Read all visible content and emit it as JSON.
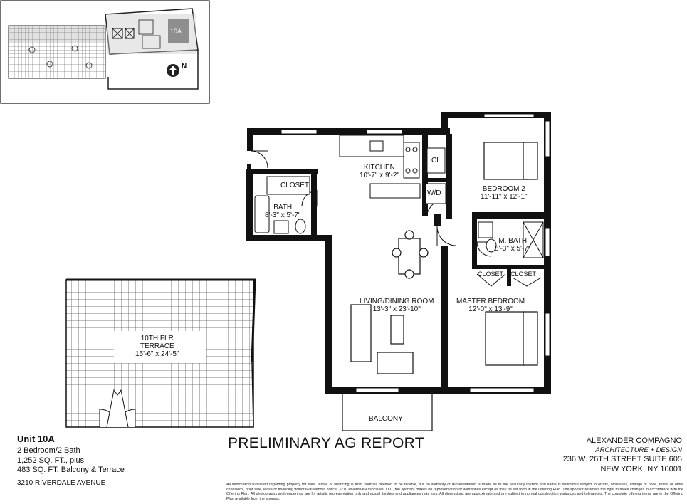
{
  "rooms": [
    {
      "id": "kitchen",
      "name": "KITCHEN",
      "dims": "10'-7\" x 9'-2\""
    },
    {
      "id": "bedroom2",
      "name": "BEDROOM 2",
      "dims": "11'-11\" x 12'-1\""
    },
    {
      "id": "bath",
      "name": "BATH",
      "dims": "8'-3\" x 5'-7\""
    },
    {
      "id": "mbath",
      "name": "M. BATH",
      "dims": "8'-3\" x 5'-7\""
    },
    {
      "id": "living",
      "name": "LIVING/DINING ROOM",
      "dims": "13'-3\" x 23'-10\""
    },
    {
      "id": "master",
      "name": "MASTER BEDROOM",
      "dims": "12'-0\" x 13'-9\""
    },
    {
      "id": "terrace",
      "name": "10TH FLR\nTERRACE",
      "dims": "15'-6\" x 24'-5\""
    }
  ],
  "labels": {
    "closet": "CLOSET",
    "cl": "CL",
    "wd": "W/D",
    "balcony": "BALCONY",
    "keyplan_unit": "10A",
    "north": "N"
  },
  "title": "PRELIMINARY AG REPORT",
  "unit": {
    "name": "Unit 10A",
    "line1": "2 Bedroom/2 Bath",
    "line2": "1,252 SQ. FT., plus",
    "line3": "483 SQ. FT. Balcony & Terrace"
  },
  "address": "3210 RIVERDALE AVENUE",
  "firm": {
    "name": "ALEXANDER COMPAGNO",
    "subtitle": "ARCHITECTURE + DESIGN",
    "street": "236 W. 26TH STREET SUITE 605",
    "city": "NEW YORK, NY 10001"
  },
  "disclaimer": "All information furnished regarding property for sale, rental, or financing is from sources deemed to be reliable, but no warranty or representation is made as to the accuracy thereof and same is submitted subject to errors, omissions, change of price, rental or other conditions, prior sale, lease or financing withdrawal without notice. 3210 Riverdale Associates, LLC, the sponsor makes no representation or warranties except as may be set forth in the Offering Plan. The sponsor reserves the right to make changes in accordance with the Offering Plan. All photographs and renderings are for artistic representation only and actual finishes and appliances may vary. All dimensions are approximate and are subject to normal construction variances and tolerances. The complete offering terms are in the Offering Plan available from the sponsor."
}
